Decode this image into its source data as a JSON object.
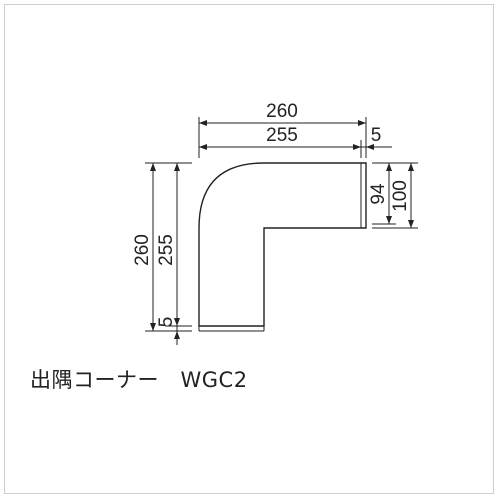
{
  "diagram": {
    "caption": "出隅コーナー　WGC2",
    "dimensions": {
      "top_overall": "260",
      "top_inner": "255",
      "top_offset": "5",
      "left_overall": "260",
      "left_inner": "255",
      "left_offset": "5",
      "right_depth": "94",
      "right_overall": "100"
    },
    "colors": {
      "line": "#222222",
      "shape_fill": "#ffffff",
      "frame": "#cfcfcf"
    }
  }
}
